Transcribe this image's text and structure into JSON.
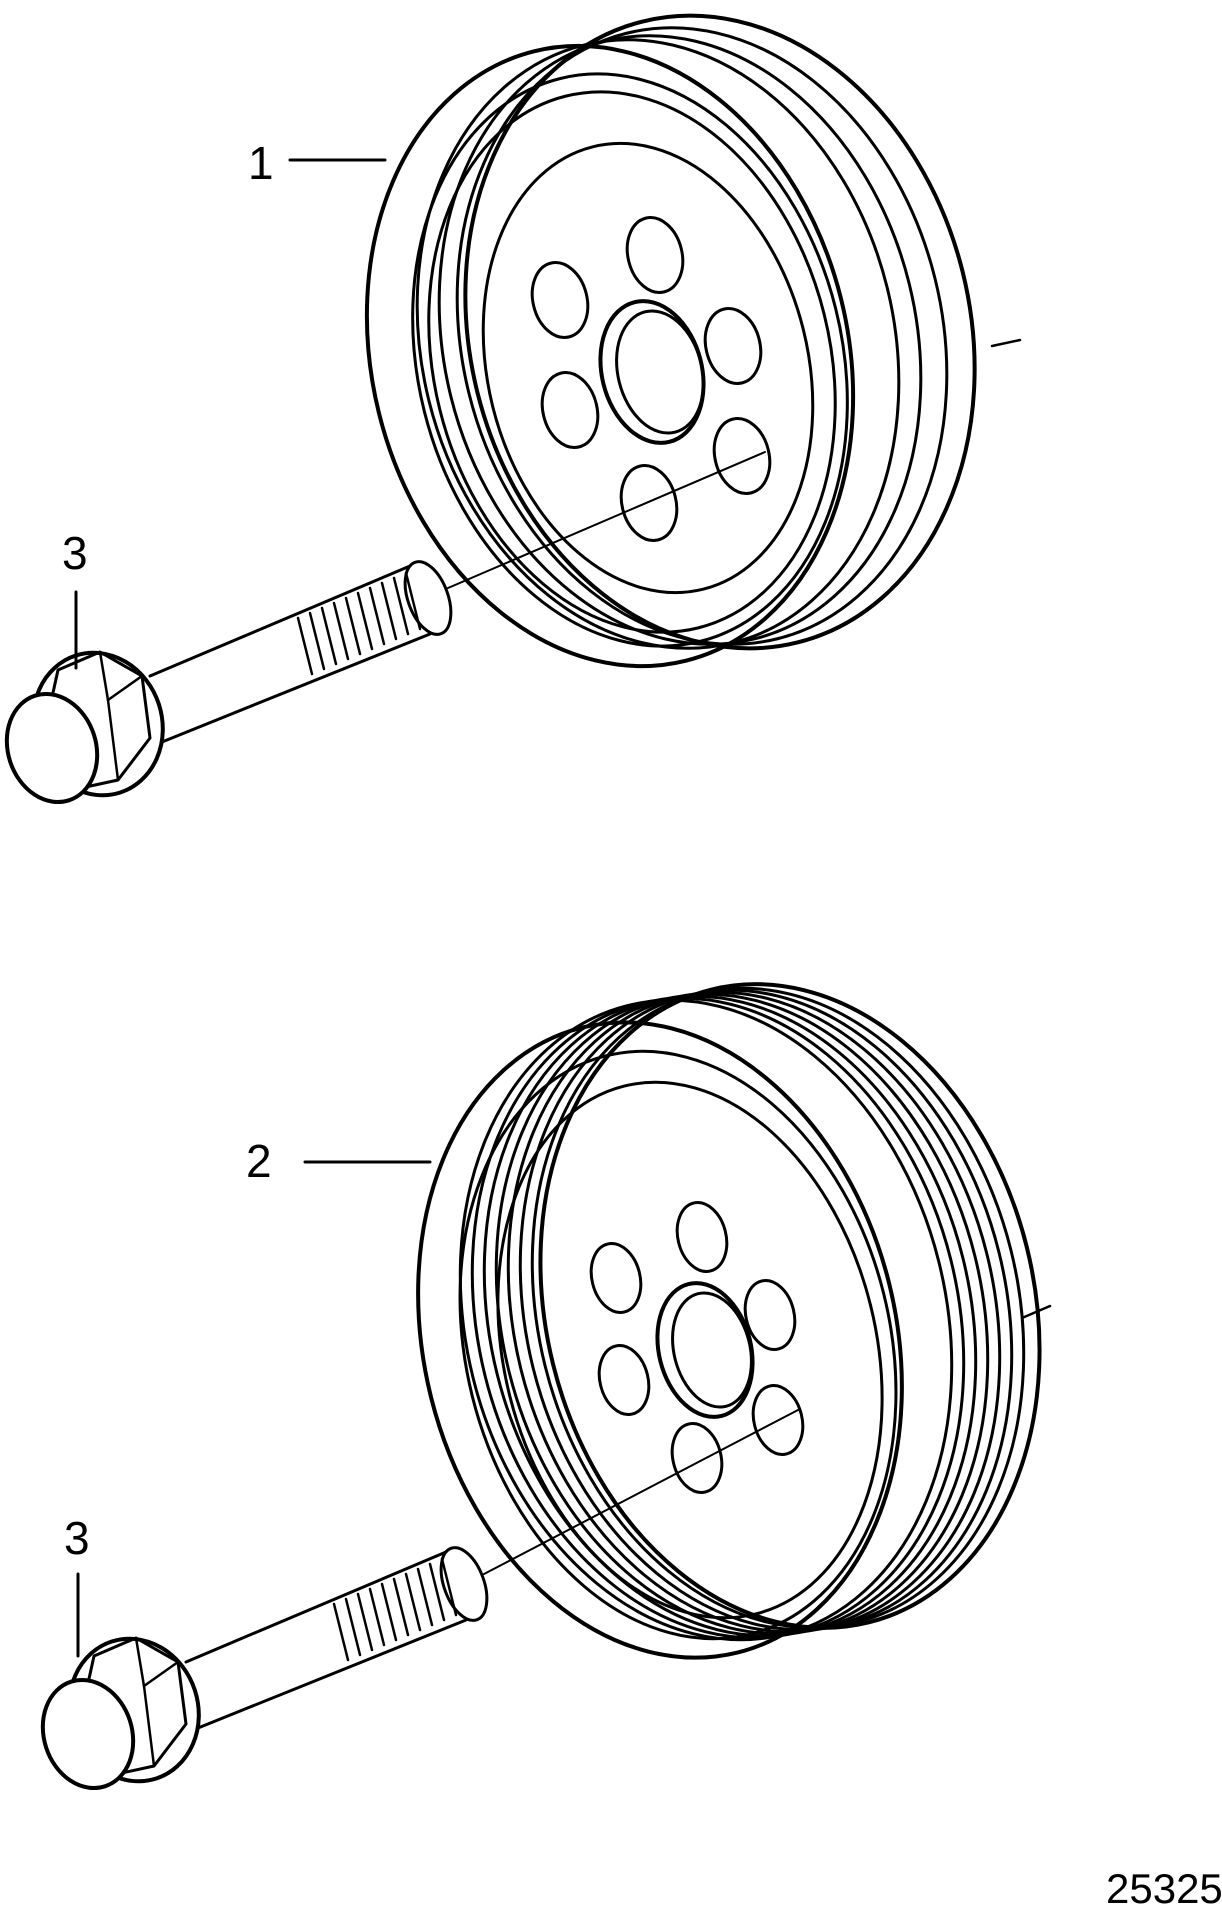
{
  "callouts": {
    "pulley_1": "1",
    "pulley_2": "2",
    "bolt_top": "3",
    "bolt_bottom": "3"
  },
  "figure_number": "25325",
  "colors": {
    "line": "#000000",
    "background": "#ffffff"
  }
}
